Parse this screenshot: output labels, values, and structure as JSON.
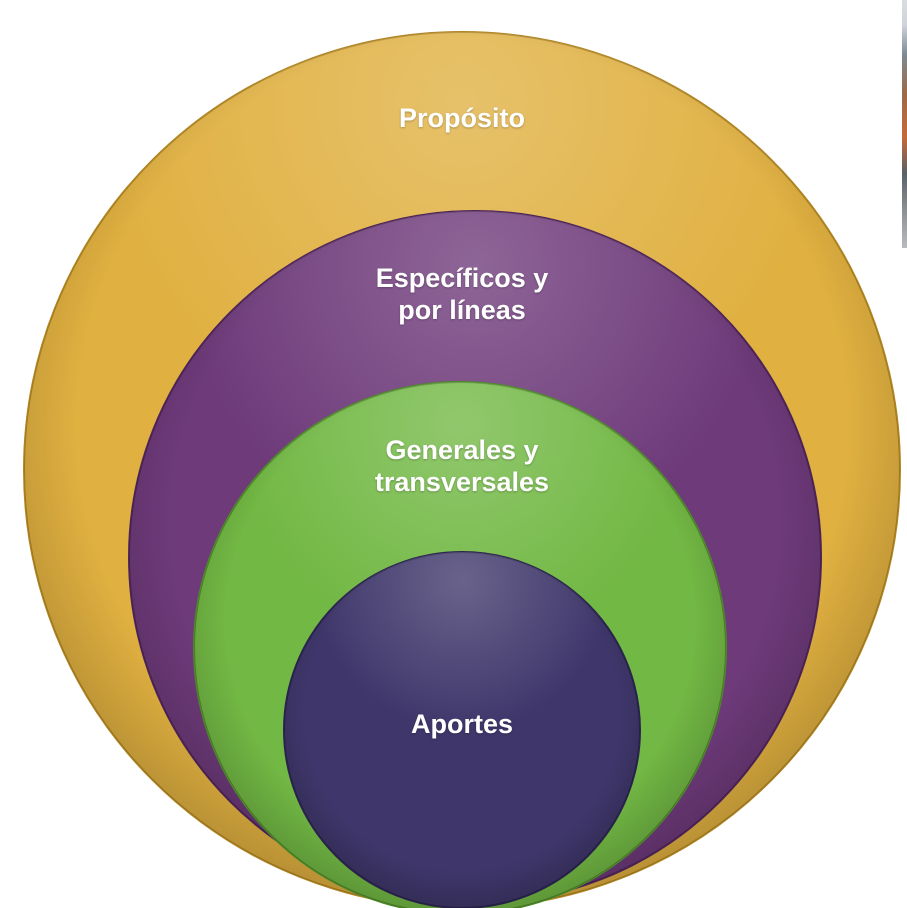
{
  "diagram": {
    "type": "nested-circles",
    "circles": [
      {
        "id": "outer",
        "label": "Propósito",
        "color": "#E0B040"
      },
      {
        "id": "second",
        "label": "Específicos y por líneas",
        "label_lines": [
          "Específicos y",
          "por líneas"
        ],
        "color": "#6E3A7A"
      },
      {
        "id": "third",
        "label": "Generales y transversales",
        "label_lines": [
          "Generales y",
          "transversales"
        ],
        "color": "#72B844"
      },
      {
        "id": "inner",
        "label": "Aportes",
        "color": "#3F376B"
      }
    ]
  }
}
